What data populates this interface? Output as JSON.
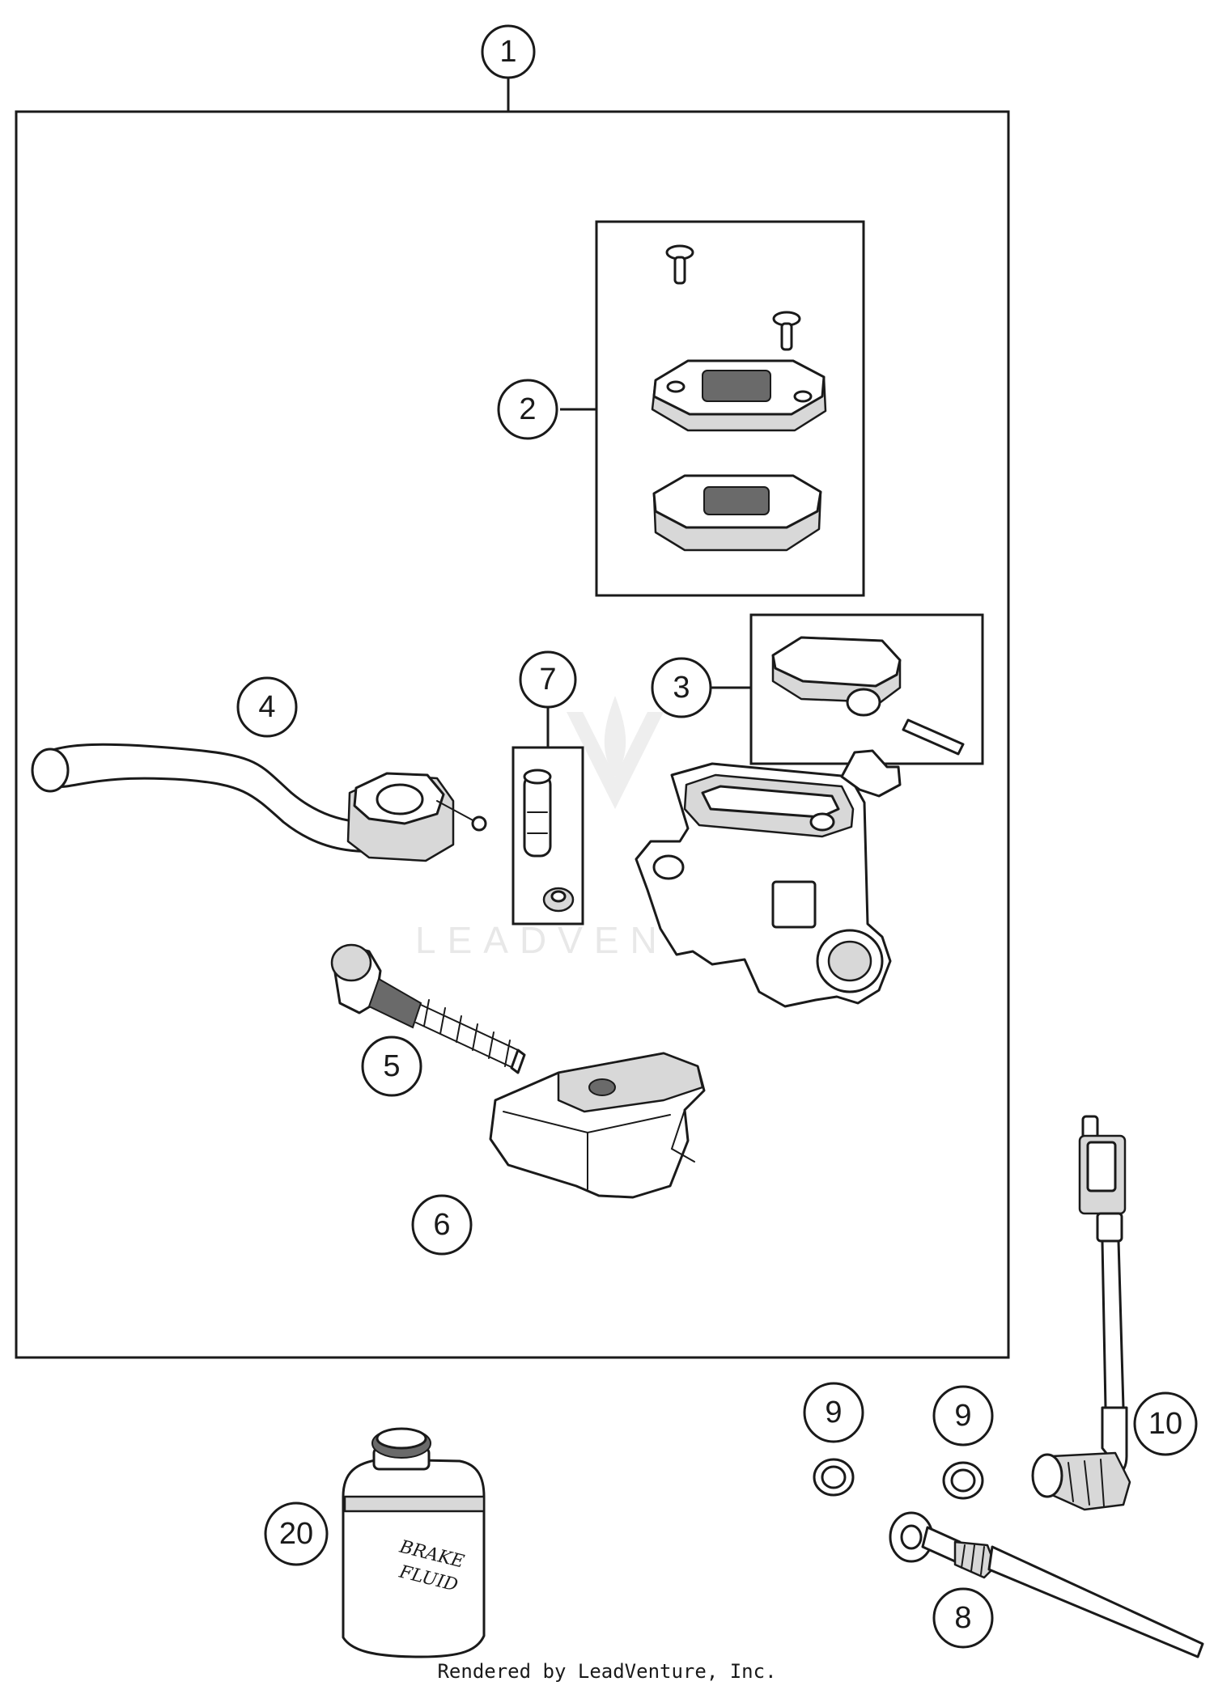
{
  "callouts": {
    "c1": "1",
    "c2": "2",
    "c3": "3",
    "c4": "4",
    "c5": "5",
    "c6": "6",
    "c7": "7",
    "c8": "8",
    "c9a": "9",
    "c9b": "9",
    "c10": "10",
    "c20": "20"
  },
  "can_label": {
    "line1": "BRAKE",
    "line2": "FLUID"
  },
  "watermark": "LEADVENTURE",
  "credit": "Rendered by LeadVenture, Inc."
}
